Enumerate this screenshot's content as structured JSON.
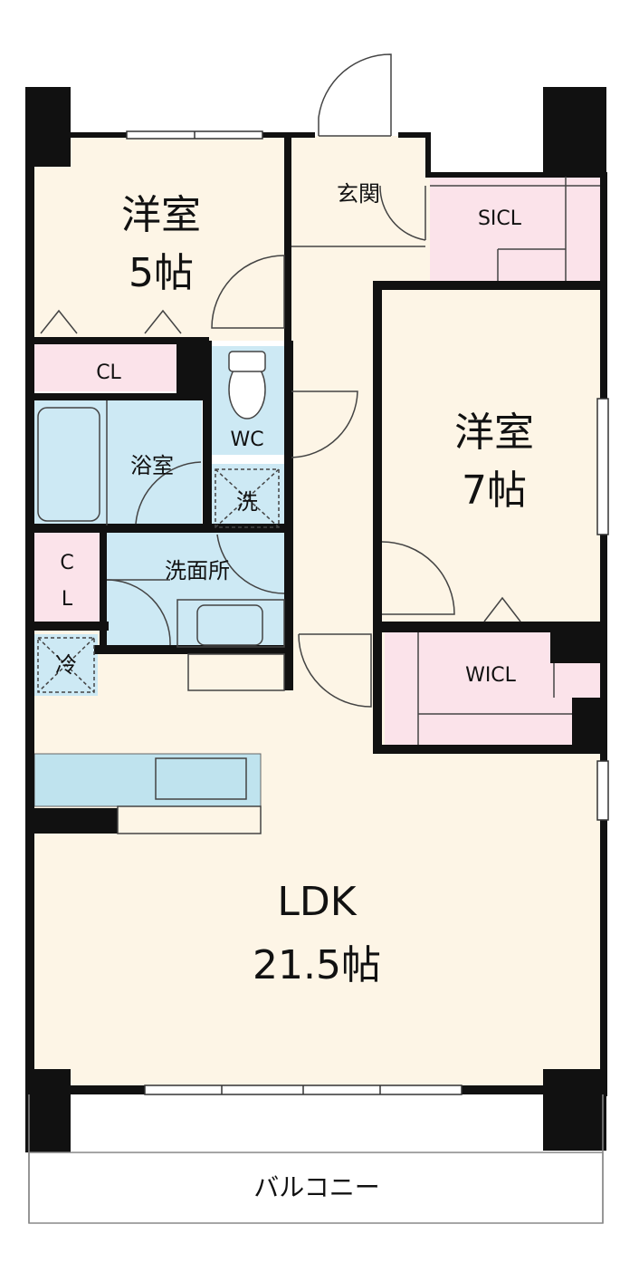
{
  "rooms": {
    "western5": {
      "name": "洋室",
      "size": "5帖"
    },
    "western7": {
      "name": "洋室",
      "size": "7帖"
    },
    "ldk": {
      "name": "LDK",
      "size": "21.5帖"
    },
    "entrance": "玄関",
    "sicl": "SICL",
    "wicl": "WICL",
    "cl_top": "CL",
    "cl_side": [
      "C",
      "L"
    ],
    "bathroom": "浴室",
    "toilet": "WC",
    "washroom": "洗面所",
    "washer": "洗",
    "fridge": "冷",
    "balcony": "バルコニー"
  },
  "colors": {
    "floor": "#fdf5e6",
    "water": "#cde9f4",
    "storage": "#fbe3ea",
    "wall": "#111111",
    "fixture": "#bfe3ee"
  }
}
